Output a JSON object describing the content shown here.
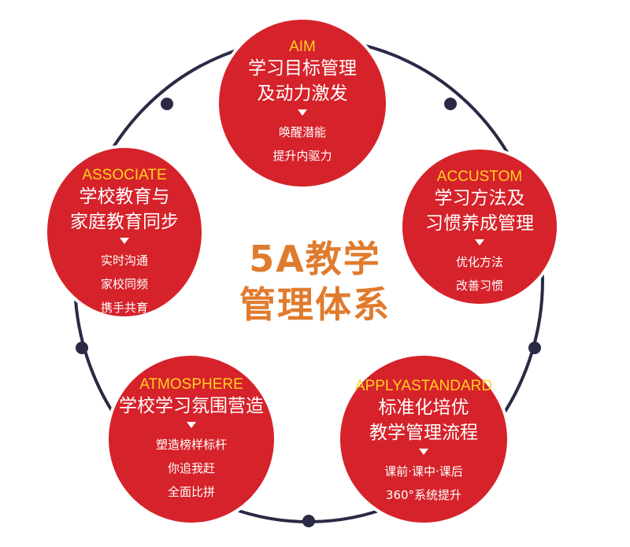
{
  "center": {
    "line1": "5A教学",
    "line2": "管理体系"
  },
  "colors": {
    "node_fill": "#d6222a",
    "code_text": "#ffd21f",
    "center_text": "#e07b2d",
    "ring": "#2a2a45"
  },
  "nodes": {
    "aim": {
      "code": "AIM",
      "title1": "学习目标管理",
      "title2": "及动力激发",
      "points": [
        "唤醒潜能",
        "提升内驱力"
      ]
    },
    "accustom": {
      "code": "ACCUSTOM",
      "title1": "学习方法及",
      "title2": "习惯养成管理",
      "points": [
        "优化方法",
        "改善习惯"
      ]
    },
    "associate": {
      "code": "ASSOCIATE",
      "title1": "学校教育与",
      "title2": "家庭教育同步",
      "points": [
        "实时沟通",
        "家校同频",
        "携手共育"
      ]
    },
    "atmosphere": {
      "code": "ATMOSPHERE",
      "title1": "学校学习氛围营造",
      "points": [
        "塑造榜样标杆",
        "你追我赶",
        "全面比拼"
      ]
    },
    "apply": {
      "code": "APPLYASTANDARD",
      "title1": "标准化培优",
      "title2": "教学管理流程",
      "points": [
        "课前·课中·课后",
        "360°系统提升"
      ]
    }
  }
}
